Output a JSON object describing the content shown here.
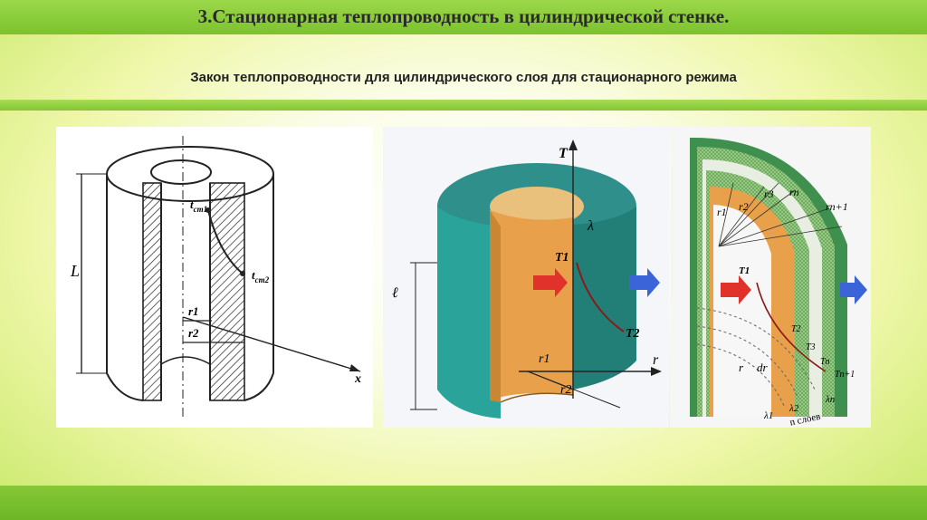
{
  "slide": {
    "title": "3.Стационарная теплопроводность в цилиндрической стенке.",
    "subtitle": "Закон теплопроводности для цилиндрического слоя для стационарного режима"
  },
  "figure1": {
    "length_label": "L",
    "t1_label": "t",
    "t1_sub": "ст1",
    "t2_label": "t",
    "t2_sub": "ст2",
    "r1_label": "r1",
    "r2_label": "r2",
    "x_label": "x"
  },
  "figure2": {
    "T_axis_label": "T",
    "lambda_label": "λ",
    "T1_label": "T1",
    "T2_label": "T2",
    "length_label": "ℓ",
    "r1_label": "r1",
    "r2_label": "r2",
    "r_axis_label": "r"
  },
  "figure3": {
    "r1_label": "r1",
    "r2_label": "r2",
    "r3_label": "r3",
    "rn_label": "rn",
    "rn1_label": "rn+1",
    "T1_label": "T1",
    "T2_label": "T2",
    "T3_label": "T3",
    "Tn_label": "Tn",
    "Tn1_label": "Tn+1",
    "r_label": "r",
    "dr_label": "dr",
    "lambda1_label": "λ1",
    "lambda2_label": "λ2",
    "lambdan_label": "λn",
    "layers_label": "n слоев"
  },
  "colors": {
    "accent_green": "#7cc22e",
    "teal": "#2aa39a",
    "orange": "#e8a04a",
    "arrow_red": "#e0322a",
    "arrow_blue": "#3a64d8"
  }
}
